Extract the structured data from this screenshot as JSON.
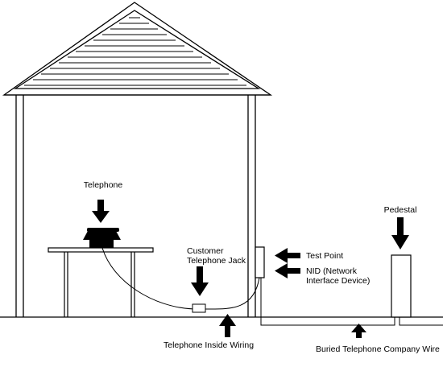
{
  "labels": {
    "telephone": "Telephone",
    "customer_jack_line1": "Customer",
    "customer_jack_line2": "Telephone Jack",
    "test_point": "Test Point",
    "nid_line1": "NID (Network",
    "nid_line2": "Interface Device)",
    "pedestal": "Pedestal",
    "inside_wiring": "Telephone Inside Wiring",
    "buried_wire": "Buried Telephone Company Wire"
  },
  "colors": {
    "stroke": "#000000",
    "background": "#ffffff"
  }
}
